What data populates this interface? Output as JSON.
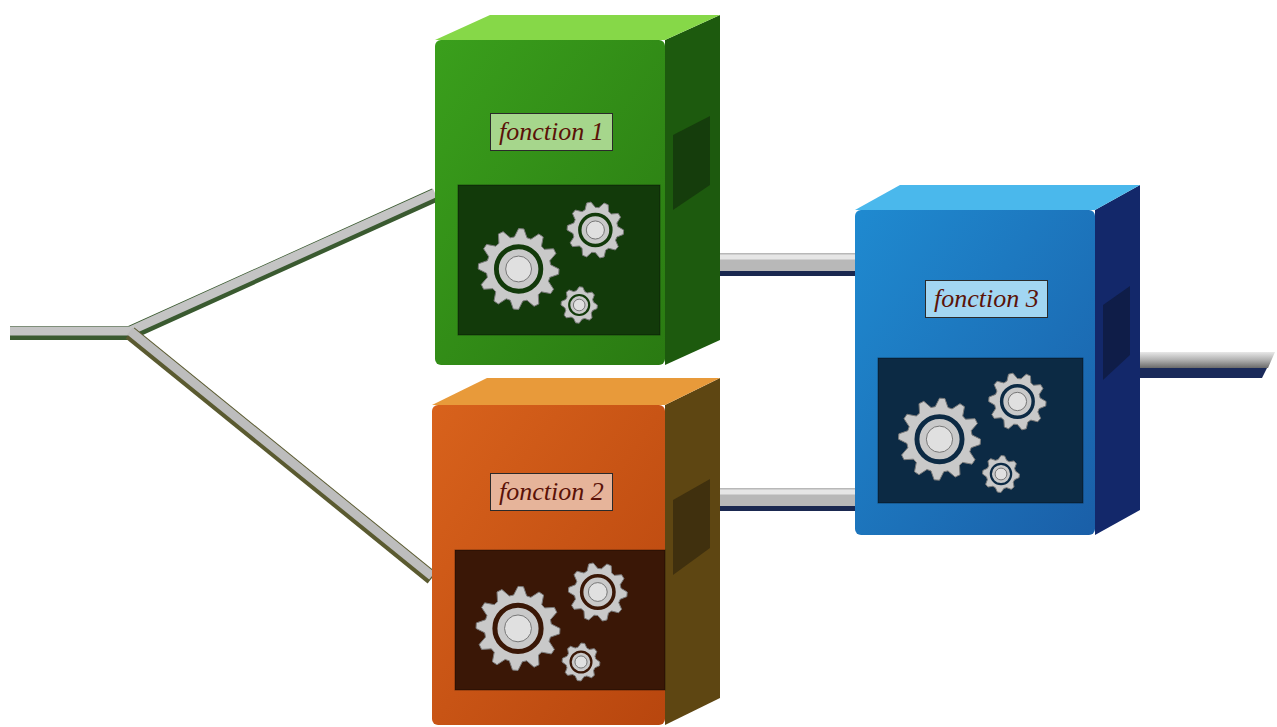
{
  "diagram": {
    "nodes": [
      {
        "text": [
          "fonction 1"
        ]
      },
      {
        "text": [
          "fonction 2"
        ]
      },
      {
        "text": [
          "fonction 3"
        ]
      }
    ],
    "edges": [
      {
        "from": 0,
        "to": 2,
        "arrow": "none"
      },
      {
        "from": 1,
        "to": 2,
        "arrow": "none"
      }
    ]
  }
}
